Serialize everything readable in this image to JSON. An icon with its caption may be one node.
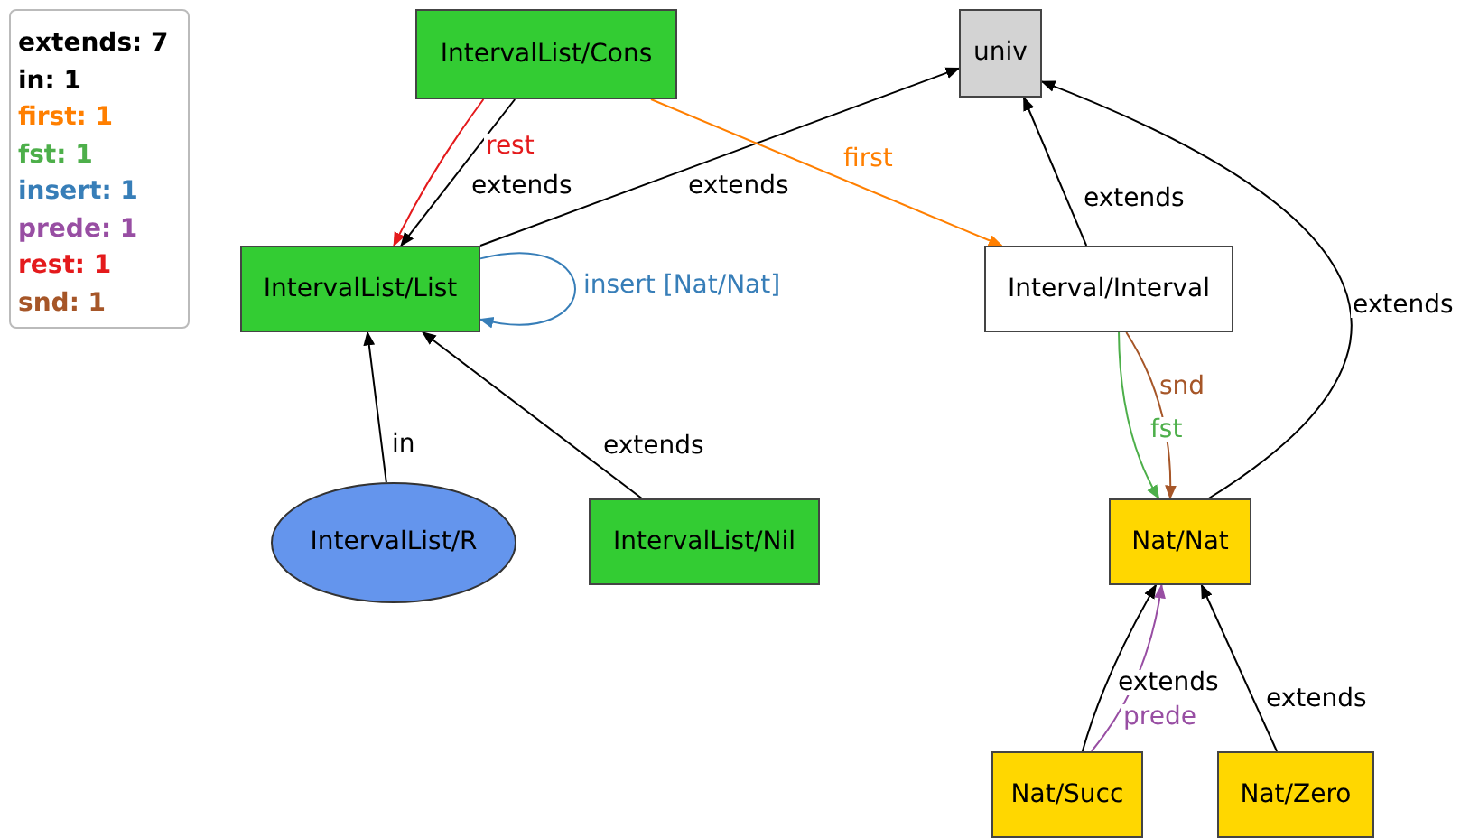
{
  "diagram": {
    "nodes": [
      {
        "text": [
          "IntervalList/Cons"
        ]
      },
      {
        "text": [
          "univ"
        ]
      },
      {
        "text": [
          "IntervalList/List"
        ]
      },
      {
        "text": [
          "Interval/Interval"
        ]
      },
      {
        "text": [
          "IntervalList/R"
        ]
      },
      {
        "text": [
          "IntervalList/Nil"
        ]
      },
      {
        "text": [
          "Nat/Nat"
        ]
      },
      {
        "text": [
          "Nat/Succ"
        ]
      },
      {
        "text": [
          "Nat/Zero"
        ]
      }
    ],
    "edges": [
      {
        "from": 0,
        "to": 2,
        "arrow": "to",
        "label": "rest",
        "color": "#e41a1c"
      },
      {
        "from": 0,
        "to": 2,
        "arrow": "to",
        "label": "extends"
      },
      {
        "from": 2,
        "to": 1,
        "arrow": "to",
        "label": "extends"
      },
      {
        "from": 0,
        "to": 3,
        "arrow": "to",
        "label": "first",
        "color": "#ff7f00"
      },
      {
        "from": 2,
        "to": 2,
        "arrow": "to",
        "label": "insert [Nat/Nat]",
        "color": "#377eb8"
      },
      {
        "from": 4,
        "to": 2,
        "arrow": "to",
        "label": "in"
      },
      {
        "from": 5,
        "to": 2,
        "arrow": "to",
        "label": "extends"
      },
      {
        "from": 3,
        "to": 1,
        "arrow": "to",
        "label": "extends"
      },
      {
        "from": 6,
        "to": 1,
        "arrow": "to",
        "label": "extends"
      },
      {
        "from": 3,
        "to": 6,
        "arrow": "to",
        "label": "snd",
        "color": "#a65628"
      },
      {
        "from": 3,
        "to": 6,
        "arrow": "to",
        "label": "fst",
        "color": "#4daf4a"
      },
      {
        "from": 7,
        "to": 6,
        "arrow": "to",
        "label": "extends"
      },
      {
        "from": 7,
        "to": 6,
        "arrow": "to",
        "label": "prede",
        "color": "#984ea3"
      },
      {
        "from": 8,
        "to": 6,
        "arrow": "to",
        "label": "extends"
      }
    ],
    "legend": [
      {
        "text": "extends: 7",
        "color": "#000000"
      },
      {
        "text": "in: 1",
        "color": "#000000"
      },
      {
        "text": "first: 1",
        "color": "#ff7f00"
      },
      {
        "text": "fst: 1",
        "color": "#4daf4a"
      },
      {
        "text": "insert: 1",
        "color": "#377eb8"
      },
      {
        "text": "prede: 1",
        "color": "#984ea3"
      },
      {
        "text": "rest: 1",
        "color": "#e41a1c"
      },
      {
        "text": "snd: 1",
        "color": "#a65628"
      }
    ]
  }
}
